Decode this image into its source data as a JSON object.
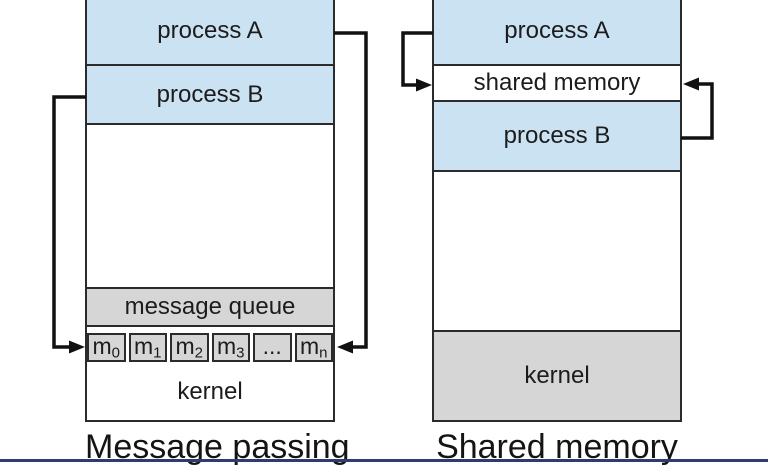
{
  "figure": {
    "left_diagram": {
      "caption": "Message passing",
      "process_a": "process A",
      "process_b": "process B",
      "message_queue_label": "message queue",
      "kernel_label": "kernel",
      "queue_cells": [
        {
          "base": "m",
          "sub": "0"
        },
        {
          "base": "m",
          "sub": "1"
        },
        {
          "base": "m",
          "sub": "2"
        },
        {
          "base": "m",
          "sub": "3"
        },
        {
          "base": "...",
          "sub": ""
        },
        {
          "base": "m",
          "sub": "n"
        }
      ]
    },
    "right_diagram": {
      "caption": "Shared memory",
      "process_a": "process A",
      "shared_memory_label": "shared memory",
      "process_b": "process B",
      "kernel_label": "kernel"
    },
    "colors": {
      "process_fill": "#cbe2f3",
      "queue_fill": "#d6d6d6",
      "box_border": "#2b2b2b",
      "arrow": "#111111",
      "bottom_rule": "#2e3c6f"
    }
  }
}
